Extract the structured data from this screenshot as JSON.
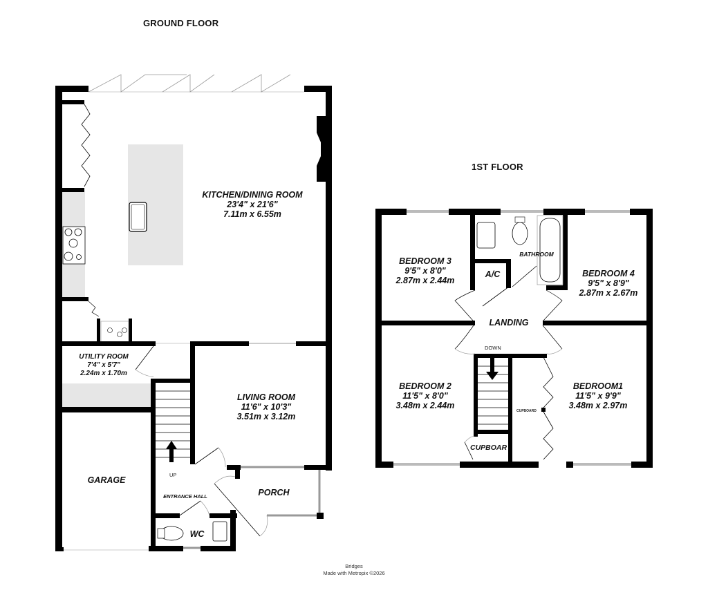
{
  "ground_floor": {
    "title": "GROUND FLOOR",
    "rooms": {
      "kitchen": {
        "name": "KITCHEN/DINING ROOM",
        "imperial": "23'4\"  x 21'6\"",
        "metric": "7.11m  x 6.55m"
      },
      "utility": {
        "name": "UTILITY ROOM",
        "imperial": "7'4\"  x 5'7\"",
        "metric": "2.24m  x 1.70m"
      },
      "living": {
        "name": "LIVING ROOM",
        "imperial": "11'6\"  x 10'3\"",
        "metric": "3.51m  x 3.12m"
      },
      "garage": {
        "name": "GARAGE"
      },
      "porch": {
        "name": "PORCH"
      },
      "entrance_hall": {
        "name": "ENTRANCE HALL"
      },
      "wc": {
        "name": "WC"
      }
    },
    "stairs_label": "UP"
  },
  "first_floor": {
    "title": "1ST FLOOR",
    "rooms": {
      "bedroom3": {
        "name": "BEDROOM 3",
        "imperial": "9'5\"  x 8'0\"",
        "metric": "2.87m  x 2.44m"
      },
      "bedroom4": {
        "name": "BEDROOM 4",
        "imperial": "9'5\"  x 8'9\"",
        "metric": "2.87m  x 2.67m"
      },
      "bedroom2": {
        "name": "BEDROOM 2",
        "imperial": "11'5\"  x 8'0\"",
        "metric": "3.48m  x 2.44m"
      },
      "bedroom1": {
        "name": "BEDROOM1",
        "imperial": "11'5\"  x 9'9\"",
        "metric": "3.48m  x 2.97m"
      },
      "bathroom": {
        "name": "BATHROOM"
      },
      "ac": {
        "name": "A/C"
      },
      "landing": {
        "name": "LANDING"
      },
      "cupboard": {
        "name": "CUPBOAR"
      },
      "cupboard_small": {
        "name": "CUPBOARD"
      }
    },
    "stairs_label": "DOWN"
  },
  "footer": {
    "line1": "Bridges",
    "line2": "Made with Metropix ©2026"
  },
  "colors": {
    "wall": "#000000",
    "fixture_fill": "#e6e6e6",
    "window": "#bbbbbb"
  }
}
